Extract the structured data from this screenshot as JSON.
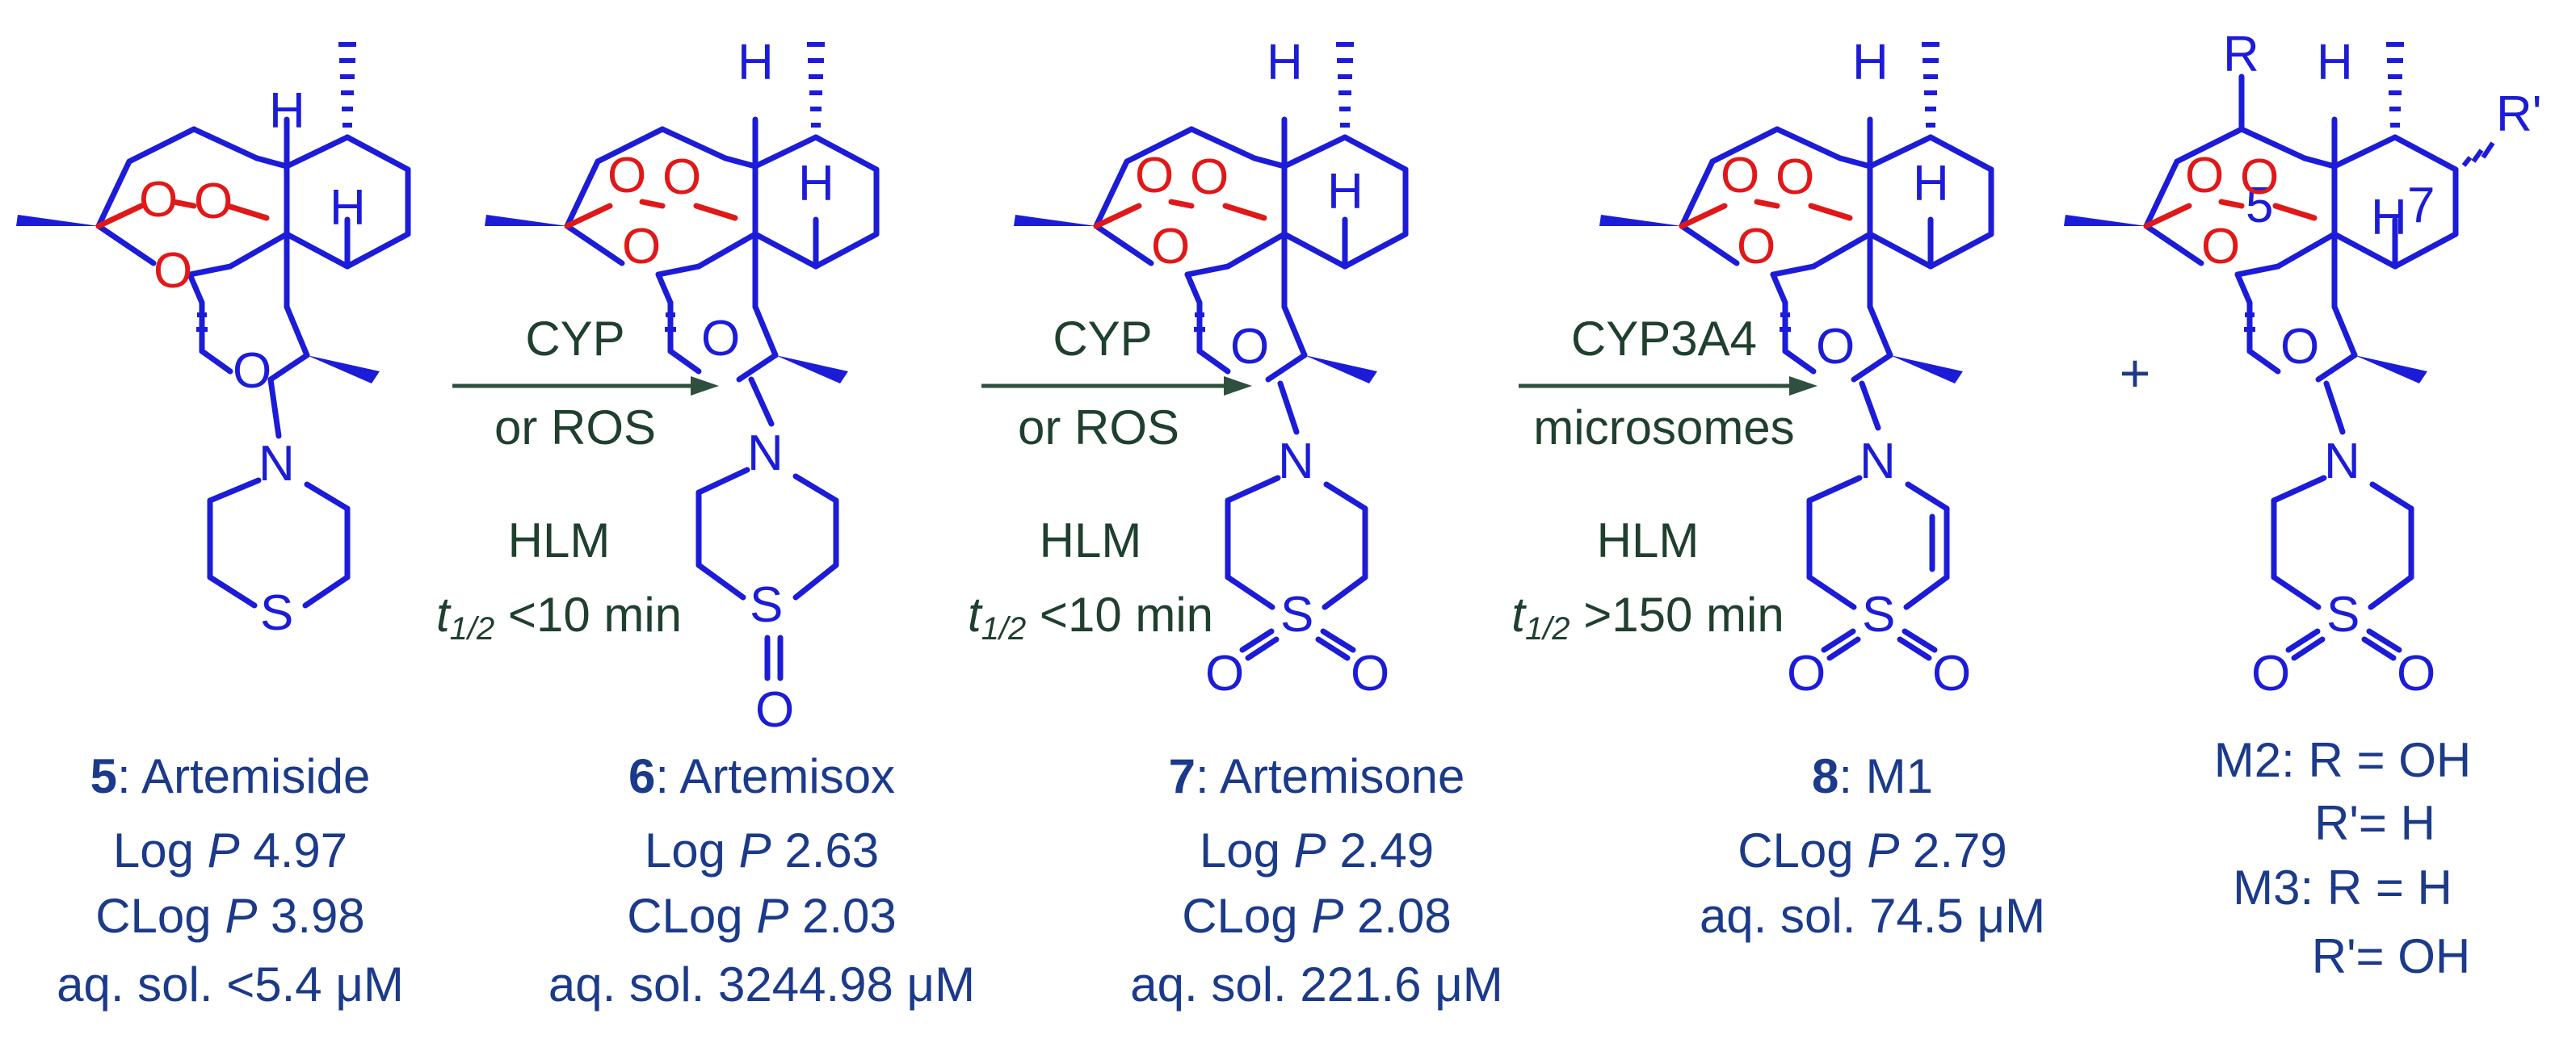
{
  "steps": [
    {
      "top": "CYP",
      "bottom": "or ROS",
      "note_label": "HLM",
      "halflife_sym": "t",
      "halflife_sub": "1/2",
      "halflife_val": " <10 min"
    },
    {
      "top": "CYP",
      "bottom": "or ROS",
      "note_label": "HLM",
      "halflife_sym": "t",
      "halflife_sub": "1/2",
      "halflife_val": " <10 min"
    },
    {
      "top": "CYP3A4",
      "bottom": "microsomes",
      "note_label": "HLM",
      "halflife_sym": "t",
      "halflife_sub": "1/2",
      "halflife_val": " >150 min"
    }
  ],
  "plus_sign": "+",
  "compounds": [
    {
      "number": "5",
      "name": ": Artemiside",
      "logp_label": "Log ",
      "logp_sym": "P",
      "logp_val": " 4.97",
      "clogp_label": "CLog ",
      "clogp_sym": "P",
      "clogp_val": " 3.98",
      "sol_label": "aq. sol. ",
      "sol_val": "<5.4 μM"
    },
    {
      "number": "6",
      "name": ": Artemisox",
      "logp_label": "Log ",
      "logp_sym": "P",
      "logp_val": " 2.63",
      "clogp_label": "CLog ",
      "clogp_sym": "P",
      "clogp_val": " 2.03",
      "sol_label": "aq. sol. ",
      "sol_val": "3244.98 μM"
    },
    {
      "number": "7",
      "name": ": Artemisone",
      "logp_label": "Log ",
      "logp_sym": "P",
      "logp_val": " 2.49",
      "clogp_label": "CLog ",
      "clogp_sym": "P",
      "clogp_val": " 2.08",
      "sol_label": "aq. sol. ",
      "sol_val": "221.6 μM"
    },
    {
      "number": "8",
      "name": ": M1",
      "clogp_label": "CLog ",
      "clogp_sym": "P",
      "clogp_val": " 2.79",
      "sol_label": "aq. sol. ",
      "sol_val": "74.5 μM"
    }
  ],
  "metabolites": {
    "m2_line1": "M2: R = OH",
    "m2_line2": "R'= H",
    "m3_line1": "M3: R = H",
    "m3_line2": "R'= OH"
  },
  "atoms": {
    "H": "H",
    "O": "O",
    "N": "N",
    "S": "S",
    "R": "R",
    "R_prime": "R'",
    "pos5": "5",
    "pos7": "7"
  }
}
